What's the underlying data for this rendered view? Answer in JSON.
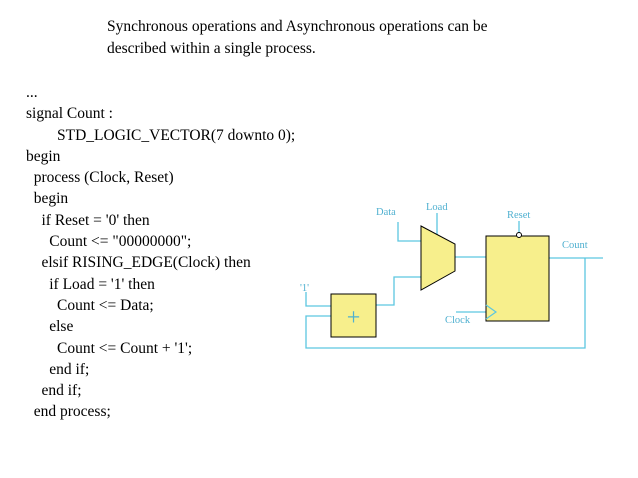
{
  "heading": {
    "line1": "Synchronous operations and Asynchronous operations can be",
    "line2": "described within a single process."
  },
  "code": [
    "...",
    "signal Count :",
    "        STD_LOGIC_VECTOR(7 downto 0);",
    "begin",
    "  process (Clock, Reset)",
    "  begin",
    "    if Reset = '0' then",
    "      Count <= \"00000000\";",
    "    elsif RISING_EDGE(Clock) then",
    "      if Load = '1' then",
    "        Count <= Data;",
    "      else",
    "        Count <= Count + '1';",
    "      end if;",
    "    end if;",
    "  end process;"
  ],
  "diagram": {
    "labels": {
      "data": "Data",
      "load": "Load",
      "reset": "Reset",
      "count": "Count",
      "one": "'1'",
      "clock": "Clock",
      "plus": "+"
    },
    "colors": {
      "wire": "#5cc6e0",
      "label": "#4fb0d0",
      "block_fill": "#f7ef8c",
      "block_stroke": "#000000"
    }
  }
}
